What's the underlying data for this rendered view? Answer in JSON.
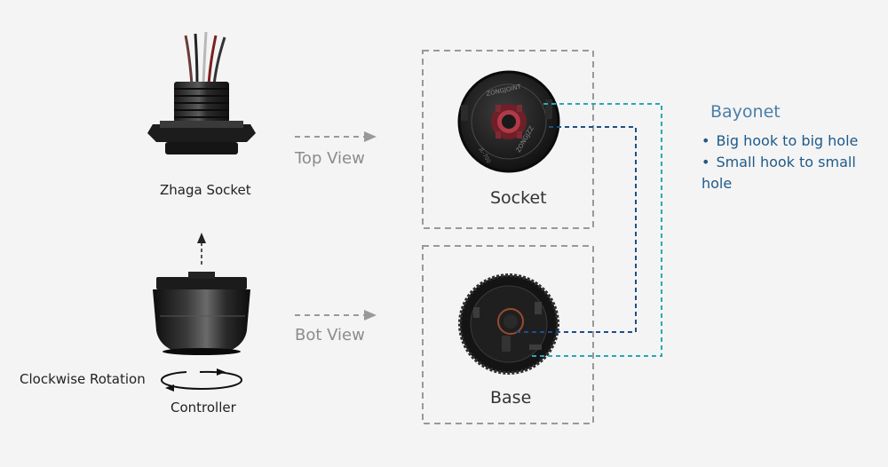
{
  "left": {
    "zhaga_socket_label": "Zhaga Socket",
    "rotation_label": "Clockwise Rotation",
    "controller_label": "Controller"
  },
  "arrows": {
    "top_view_label": "Top View",
    "bot_view_label": "Bot View"
  },
  "boxes": {
    "socket_label": "Socket",
    "base_label": "Base"
  },
  "socket_print": {
    "brand": "ZONGJOINT",
    "code": "JL-700",
    "mark": "ZONGJZZ"
  },
  "bayonet": {
    "title": "Bayonet",
    "items": [
      "Big hook to big hole",
      "Small hook to small hole"
    ]
  },
  "colors": {
    "big_hook_line": "#29aab0",
    "small_hook_line": "#1d4f86",
    "dashed_box": "#999999",
    "arrow": "#999999"
  }
}
